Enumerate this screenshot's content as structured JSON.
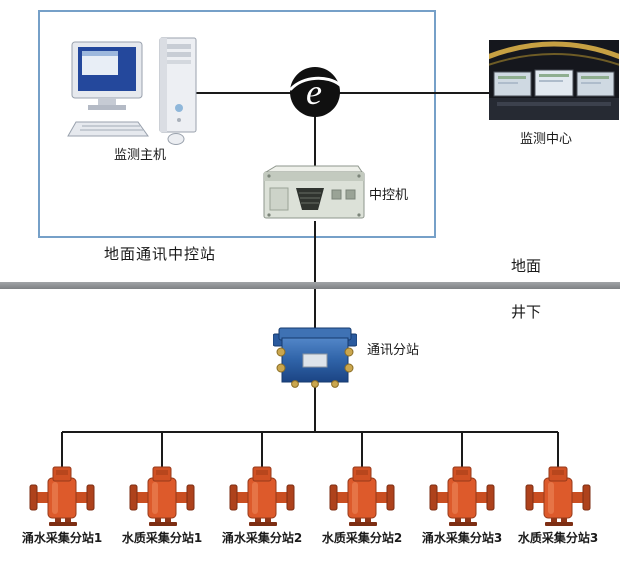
{
  "diagram": {
    "group_label": "地面通讯中控站",
    "surface_label": "地面",
    "underground_label": "井下",
    "nodes": {
      "host": {
        "label": "监测主机"
      },
      "center": {
        "label": "监测中心"
      },
      "server": {
        "label": "中控机"
      },
      "substation": {
        "label": "通讯分站"
      }
    },
    "devices": [
      {
        "label": "涌水采集分站1"
      },
      {
        "label": "水质采集分站1"
      },
      {
        "label": "涌水采集分站2"
      },
      {
        "label": "水质采集分站2"
      },
      {
        "label": "涌水采集分站3"
      },
      {
        "label": "水质采集分站3"
      }
    ],
    "colors": {
      "connector_line": "#1a1a1a",
      "group_border": "#76a0c8",
      "ground_divider": "#8e9194",
      "substation_blue": "#2f63a8",
      "device_orange": "#dd5a2b",
      "internet_icon_black": "#101010"
    }
  }
}
